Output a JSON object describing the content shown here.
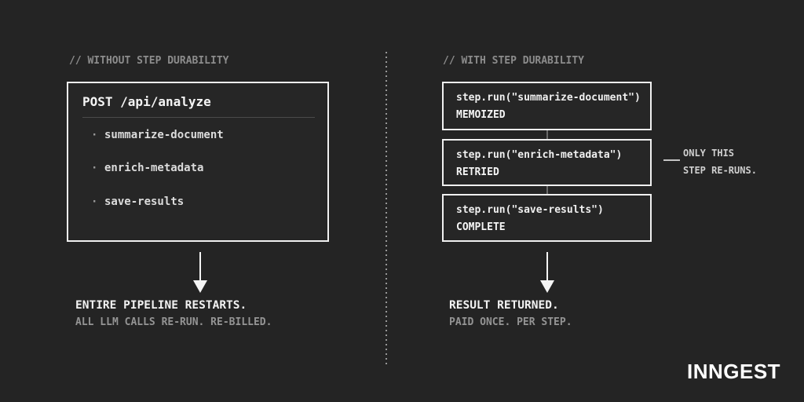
{
  "left": {
    "header": "// WITHOUT STEP DURABILITY",
    "box": {
      "title": "POST /api/analyze",
      "bullet": "·",
      "items": [
        "summarize-document",
        "enrich-metadata",
        "save-results"
      ]
    },
    "result_title": "ENTIRE PIPELINE RESTARTS.",
    "result_subtitle": "ALL LLM CALLS RE-RUN. RE-BILLED."
  },
  "right": {
    "header": "// WITH STEP DURABILITY",
    "steps": [
      {
        "code": "step.run(\"summarize-document\")",
        "status": "MEMOIZED"
      },
      {
        "code": "step.run(\"enrich-metadata\")",
        "status": "RETRIED"
      },
      {
        "code": "step.run(\"save-results\")",
        "status": "COMPLETE"
      }
    ],
    "annotation_line1": "ONLY THIS",
    "annotation_line2": "STEP RE-RUNS.",
    "result_title": "RESULT RETURNED.",
    "result_subtitle": "PAID ONCE. PER STEP."
  },
  "footer": {
    "logo": "INNGEST"
  },
  "colors": {
    "background": "#242424",
    "box_border": "#f0f0f0",
    "text_primary": "#f2f2f2",
    "text_secondary": "#8c8c8c",
    "divider_dots": "#969696"
  }
}
